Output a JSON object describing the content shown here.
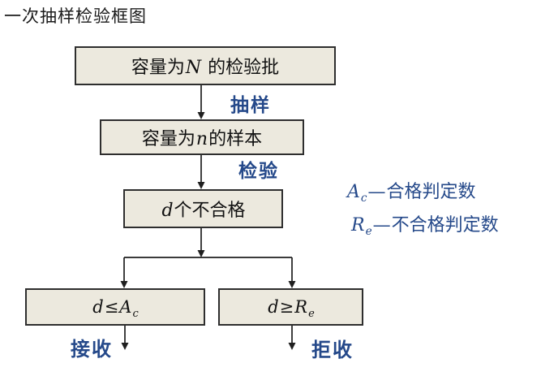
{
  "title": "一次抽样检验框图",
  "colors": {
    "background": "#ffffff",
    "box_fill": "#ece9de",
    "box_border": "#2e2e2e",
    "line": "#1f1f1f",
    "blue_label": "#25498a"
  },
  "boxes": {
    "lot": {
      "prefix": "容量为",
      "var": "N",
      "suffix": " 的检验批"
    },
    "sample": {
      "prefix": "容量为",
      "var": "n",
      "suffix": "的样本"
    },
    "defects": {
      "var": "d",
      "suffix": "个不合格"
    },
    "accept": {
      "var": "d",
      "op": "≤",
      "sym": "A",
      "sub": "c"
    },
    "reject": {
      "var": "d",
      "op": "≥",
      "sym": "R",
      "sub": "e"
    }
  },
  "edge_labels": {
    "sampling": "抽样",
    "inspection": "检验",
    "accept": "接收",
    "reject": "拒收"
  },
  "legend": [
    {
      "sym": "A",
      "sub": "c",
      "dash": "—",
      "text": "合格判定数"
    },
    {
      "sym": "R",
      "sub": "e",
      "dash": "—",
      "text": "不合格判定数"
    }
  ]
}
